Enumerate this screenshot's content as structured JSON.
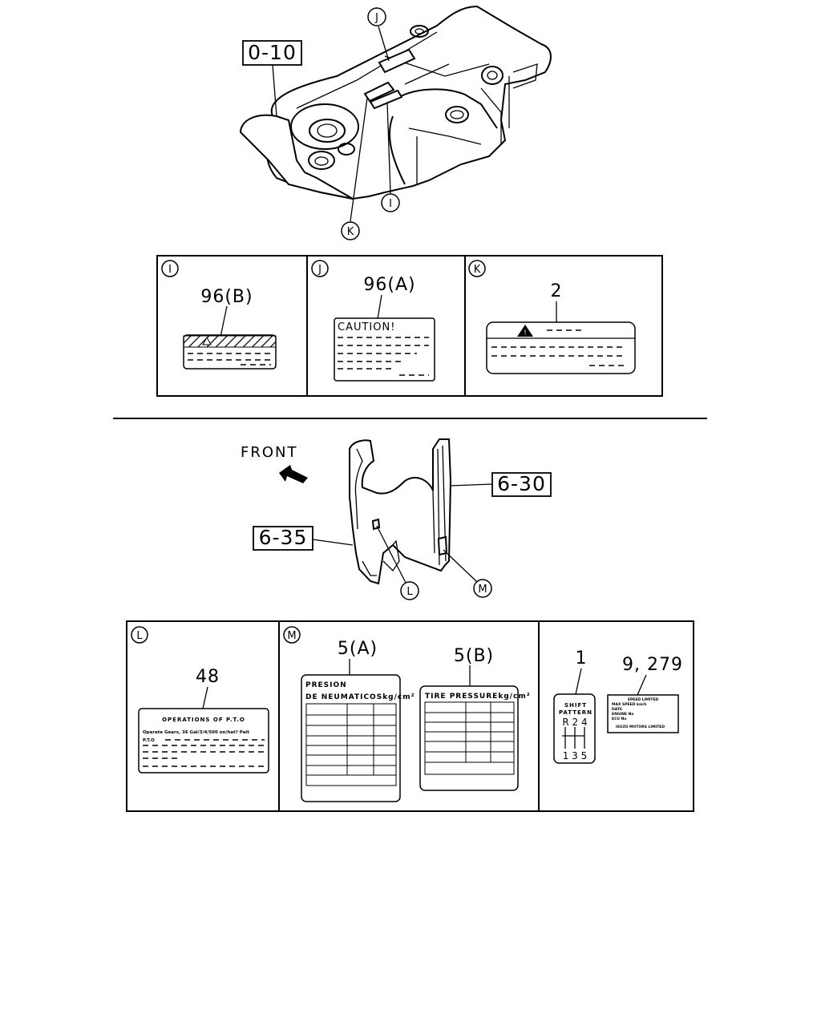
{
  "top_figure": {
    "ref_box": "0-10",
    "callouts": {
      "j": "J",
      "k": "K",
      "i": "I"
    }
  },
  "top_panels": [
    {
      "letter": "I",
      "part_no": "96(B)"
    },
    {
      "letter": "J",
      "part_no": "96(A)",
      "label_text": "CAUTION!"
    },
    {
      "letter": "K",
      "part_no": "2"
    }
  ],
  "bottom_figure": {
    "front_label": "FRONT",
    "ref_box_right": "6-30",
    "ref_box_left": "6-35",
    "callouts": {
      "l": "L",
      "m": "M"
    }
  },
  "bottom_panels": {
    "l": {
      "letter": "L",
      "part_no": "48",
      "title": "OPERATIONS OF P.T.O",
      "line1": "Operate Gears, 36 Gal/3/4/500 on/hat? Pait",
      "line2": "P.T.O"
    },
    "m": {
      "letter": "M",
      "part_a": "5(A)",
      "part_b": "5(B)",
      "label_a_line1": "PRESION",
      "label_a_line2": "DE NEUMATICOSkg/cm²",
      "label_b_title": "TIRE PRESSUREkg/cm²"
    },
    "right": {
      "part_1": "1",
      "part_2": "9, 279",
      "shift_line1": "SHIFT",
      "shift_line2": "PATTERN",
      "shift_top": "R 2 4",
      "shift_bottom": "1 3 5",
      "plate_line1": "SPEED LIMITED",
      "plate_line2": "MAX SPEED km/h",
      "plate_line3": "DATE",
      "plate_line4": "ENGINE No",
      "plate_line5": "ECU No",
      "plate_line6": "ISUZU MOTORS LIMITED"
    }
  }
}
